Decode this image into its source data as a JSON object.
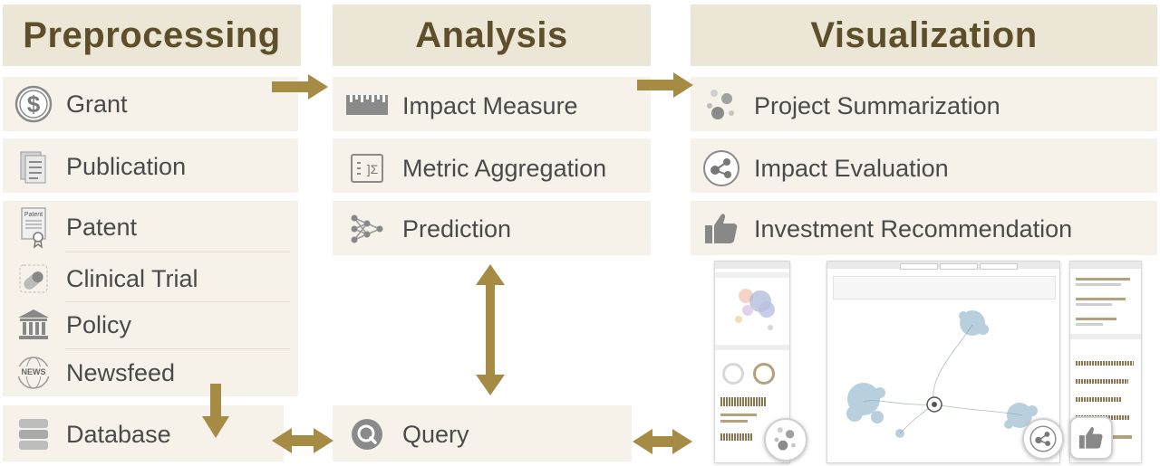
{
  "columns": {
    "preprocessing": "Preprocessing",
    "analysis": "Analysis",
    "visualization": "Visualization"
  },
  "preprocessing": {
    "grant": "Grant",
    "publication": "Publication",
    "patent": "Patent",
    "clinical_trial": "Clinical Trial",
    "policy": "Policy",
    "newsfeed": "Newsfeed",
    "database": "Database",
    "patent_icon_text": "Patent",
    "news_icon_text": "NEWS"
  },
  "analysis": {
    "impact_measure": "Impact Measure",
    "metric_aggregation": "Metric Aggregation",
    "prediction": "Prediction",
    "query": "Query",
    "sigma_icon_text": "]Σ"
  },
  "visualization": {
    "project_summarization": "Project Summarization",
    "impact_evaluation": "Impact Evaluation",
    "investment_recommendation": "Investment Recommendation"
  },
  "colors": {
    "header_bg": "#ece6d6",
    "header_text": "#5e4f2b",
    "box_bg": "#f6f2ea",
    "arrow": "#a68b45",
    "icon": "#8a8a8a"
  }
}
